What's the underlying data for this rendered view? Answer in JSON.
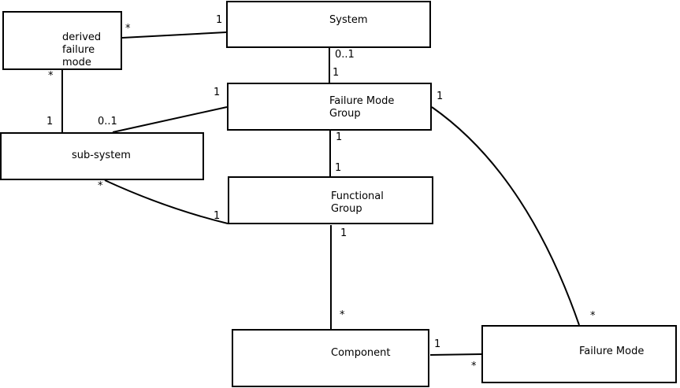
{
  "diagram_type": "uml-class-association-diagram",
  "colors": {
    "background": "#ffffff",
    "box_fill": "#ffffff",
    "line": "#000000",
    "text": "#000000"
  },
  "boxes": {
    "derived_failure_mode": {
      "lines": [
        "derived",
        "failure",
        "mode"
      ]
    },
    "system": {
      "lines": [
        "System"
      ]
    },
    "failure_mode_group": {
      "lines": [
        "Failure Mode",
        "Group"
      ]
    },
    "sub_system": {
      "lines": [
        "sub-system"
      ]
    },
    "functional_group": {
      "lines": [
        "Functional",
        "Group"
      ]
    },
    "component": {
      "lines": [
        "Component"
      ]
    },
    "failure_mode": {
      "lines": [
        "Failure Mode"
      ]
    }
  },
  "associations": [
    {
      "from": "System",
      "to": "derived failure mode",
      "from_label": "1",
      "to_label": "*"
    },
    {
      "from": "derived failure mode",
      "to": "sub-system",
      "from_label": "*",
      "to_label": "1"
    },
    {
      "from": "System",
      "to": "Failure Mode Group",
      "from_label": "0..1",
      "to_label": "1"
    },
    {
      "from": "Failure Mode Group",
      "to": "sub-system",
      "from_label": "1",
      "to_label": "0..1"
    },
    {
      "from": "Failure Mode Group",
      "to": "Functional Group",
      "from_label": "1",
      "to_label": "1"
    },
    {
      "from": "Failure Mode Group",
      "to": "Failure Mode",
      "from_label": "1",
      "to_label": "*"
    },
    {
      "from": "sub-system",
      "to": "Functional Group",
      "from_label": "*",
      "to_label": "1"
    },
    {
      "from": "Functional Group",
      "to": "Component",
      "from_label": "1",
      "to_label": "*"
    },
    {
      "from": "Component",
      "to": "Failure Mode",
      "from_label": "1",
      "to_label": "*"
    }
  ]
}
